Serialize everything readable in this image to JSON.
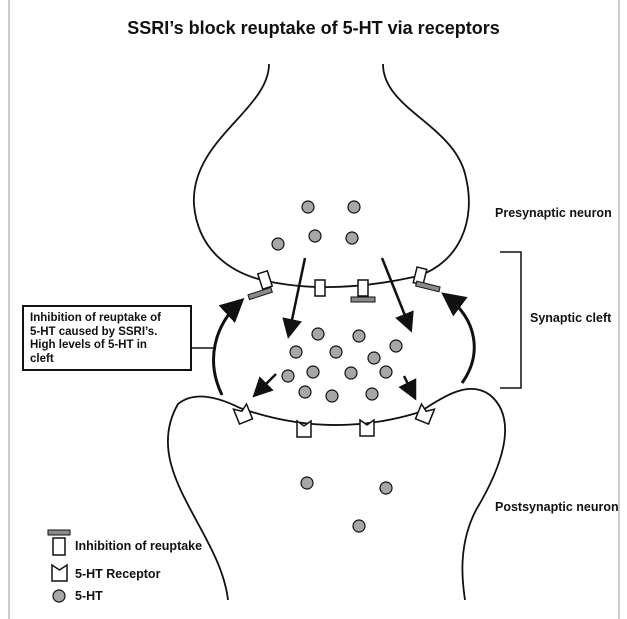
{
  "title": "SSRI’s block reuptake of 5-HT via receptors",
  "labels": {
    "presynaptic": "Presynaptic neuron",
    "cleft": "Synaptic cleft",
    "postsynaptic": "Postsynaptic neuron"
  },
  "callout": [
    "Inhibition of reuptake of",
    "5-HT caused by SSRI’s.",
    "High levels of 5-HT in",
    "cleft"
  ],
  "legend": {
    "inhibition": "Inhibition of reuptake",
    "receptor": "5-HT Receptor",
    "serotonin": "5-HT"
  },
  "colors": {
    "line": "#111111",
    "molecule_fill": "#a6a6a6",
    "inhibitor_fill": "#8a8a8a"
  }
}
